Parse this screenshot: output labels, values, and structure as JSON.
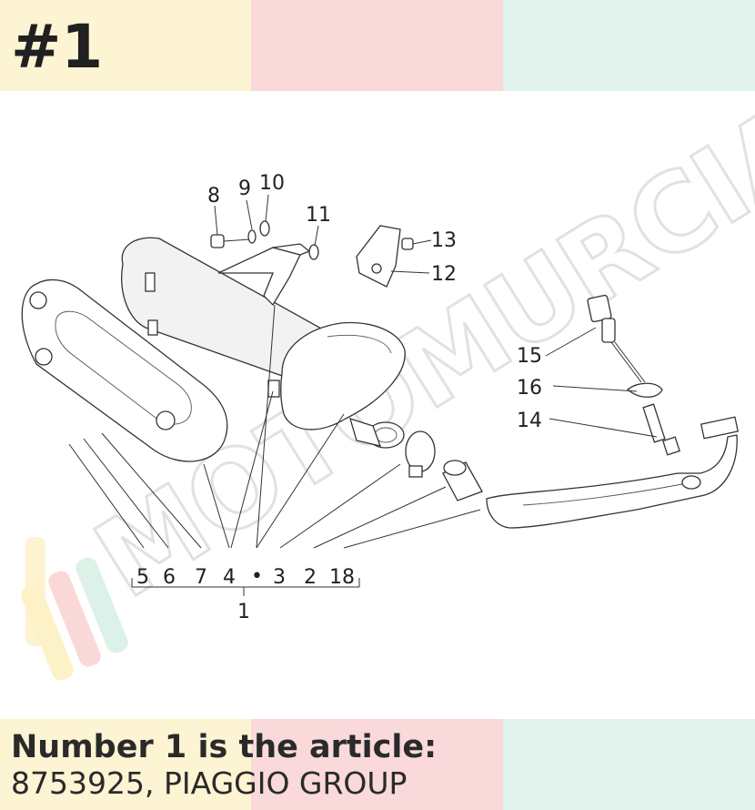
{
  "header": {
    "number_label": "#1",
    "band_colors": [
      "#fdf4d4",
      "#f9d9d9",
      "#e1f3ec"
    ]
  },
  "diagram": {
    "watermark_text": "MOTOMURCIA",
    "callouts": {
      "c8": "8",
      "c9": "9",
      "c10": "10",
      "c11": "11",
      "c13": "13",
      "c12": "12",
      "c15": "15",
      "c16": "16",
      "c14": "14",
      "c5": "5",
      "c6": "6",
      "c7": "7",
      "c4": "4",
      "dot": "•",
      "c3": "3",
      "c2": "2",
      "c18": "18",
      "c1": "1"
    }
  },
  "caption": {
    "line1": "Number 1 is the article:",
    "line2": "8753925, PIAGGIO GROUP"
  }
}
